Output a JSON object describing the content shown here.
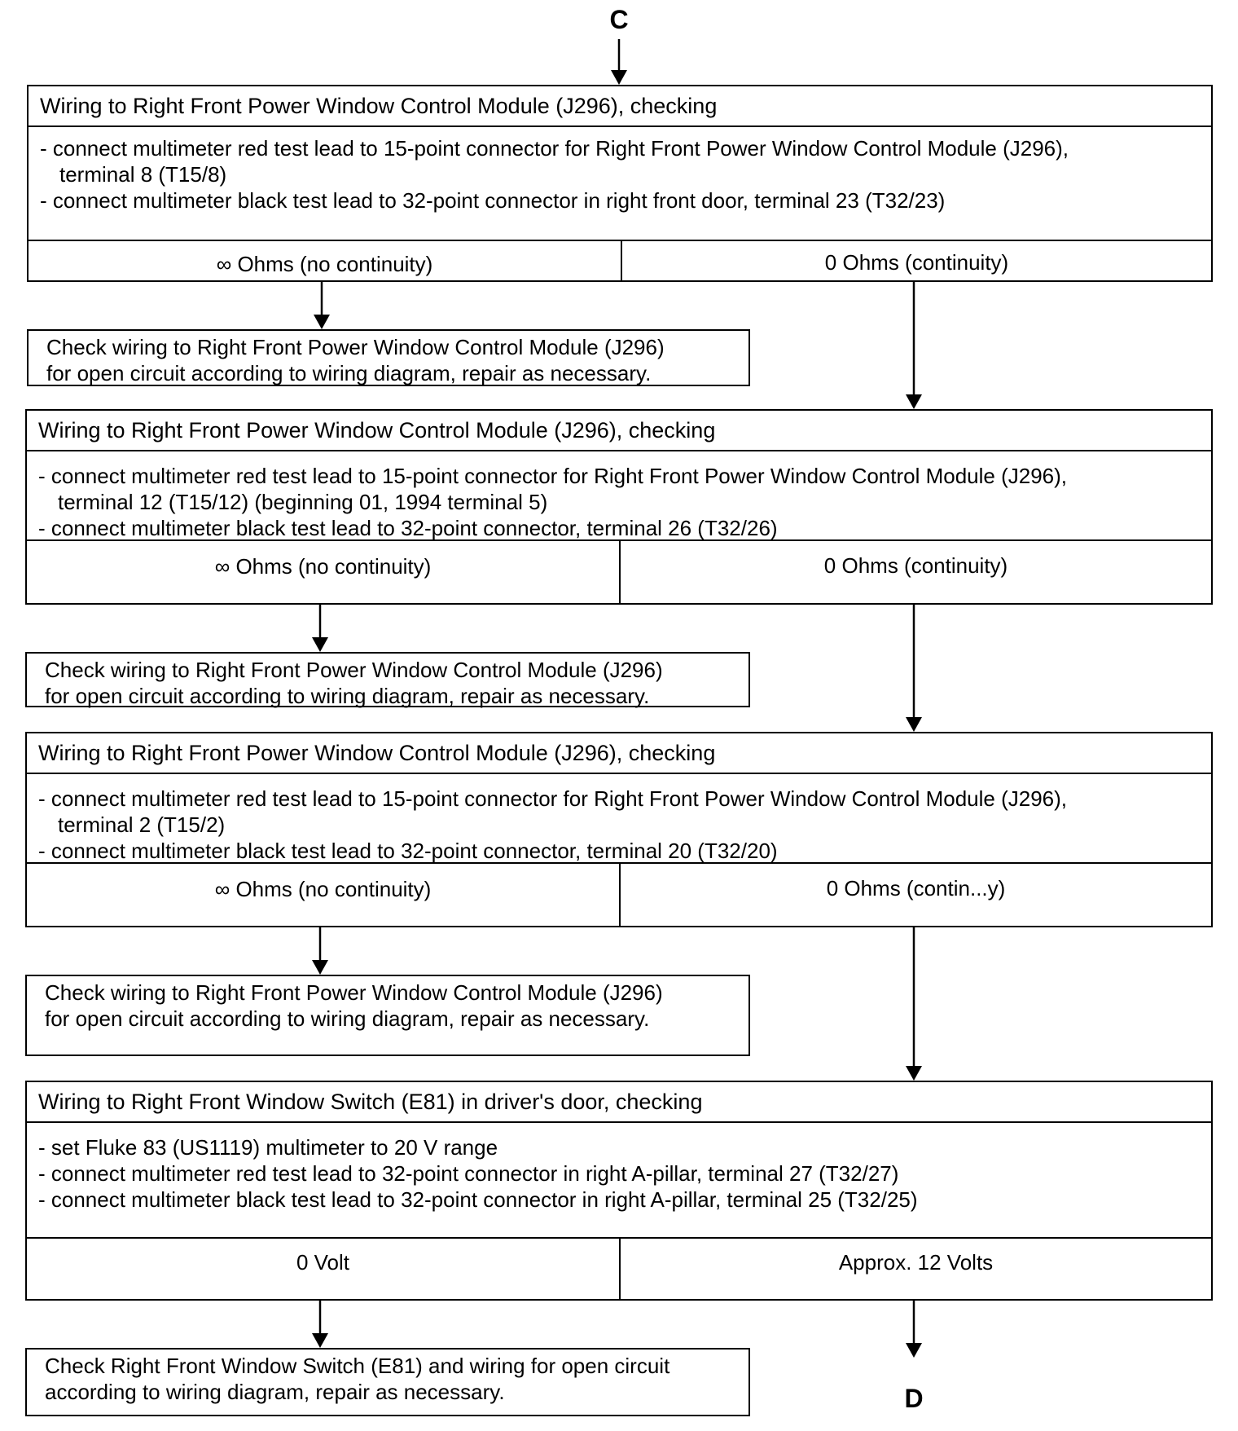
{
  "start_node": "C",
  "end_node": "D",
  "blocks": [
    {
      "title": "Wiring to Right Front Power Window Control Module (J296), checking",
      "lines": [
        "-  connect multimeter red test lead to 15-point connector for Right Front Power Window Control Module (J296),",
        "terminal 8 (T15/8)",
        "-  connect multimeter black test lead to 32-point connector in right front door, terminal 23 (T32/23)"
      ],
      "left_outcome": "∞ Ohms  (no continuity)",
      "right_outcome": "0 Ohms  (continuity)",
      "left_action": [
        "Check wiring to Right Front Power Window Control Module (J296)",
        "for open circuit  according to wiring diagram, repair as  necessary."
      ]
    },
    {
      "title": "Wiring to Right Front Power Window Control Module (J296), checking",
      "lines": [
        "-  connect multimeter red test lead to 15-point connector for Right Front Power Window Control Module (J296),",
        "terminal 12 (T15/12)  (beginning 01, 1994 terminal 5)",
        "- connect multimeter black test lead to 32-point connector, terminal 26 (T32/26)"
      ],
      "left_outcome": "∞ Ohms  (no continuity)",
      "right_outcome": "0 Ohms  (continuity)",
      "left_action": [
        "Check wiring to Right Front Power Window Control Module (J296)",
        "for open circuit  according to wiring diagram, repair as  necessary."
      ]
    },
    {
      "title": "Wiring to Right Front Power Window Control Module (J296), checking",
      "lines": [
        "-  connect multimeter red test lead to 15-point connector for Right Front Power Window Control Module (J296),",
        "terminal 2 (T15/2)",
        "-  connect multimeter black test lead  to 32-point connector, terminal 20 (T32/20)"
      ],
      "left_outcome": "∞ Ohms  (no continuity)",
      "right_outcome": "0 Ohms  (contin...y)",
      "left_action": [
        "Check wiring  to  Right Front Power Window Control Module (J296)",
        "for open circuit  according to wiring diagram, repair as  necessary."
      ]
    },
    {
      "title": "Wiring to Right Front Window Switch (E81) in driver's door, checking",
      "lines": [
        "-  set  Fluke 83  (US1119) multimeter to 20 V range",
        "-  connect multimeter red test lead to 32-point connector in right A-pillar, terminal 27 (T32/27)",
        "-  connect multimeter black test lead to 32-point connector in right A-pillar, terminal 25 (T32/25)"
      ],
      "left_outcome": "0 Volt",
      "right_outcome": "Approx. 12 Volts",
      "left_action": [
        "Check  Right Front Window Switch (E81) and wiring for open circuit",
        "according to wiring diagram, repair as  necessary."
      ]
    }
  ]
}
